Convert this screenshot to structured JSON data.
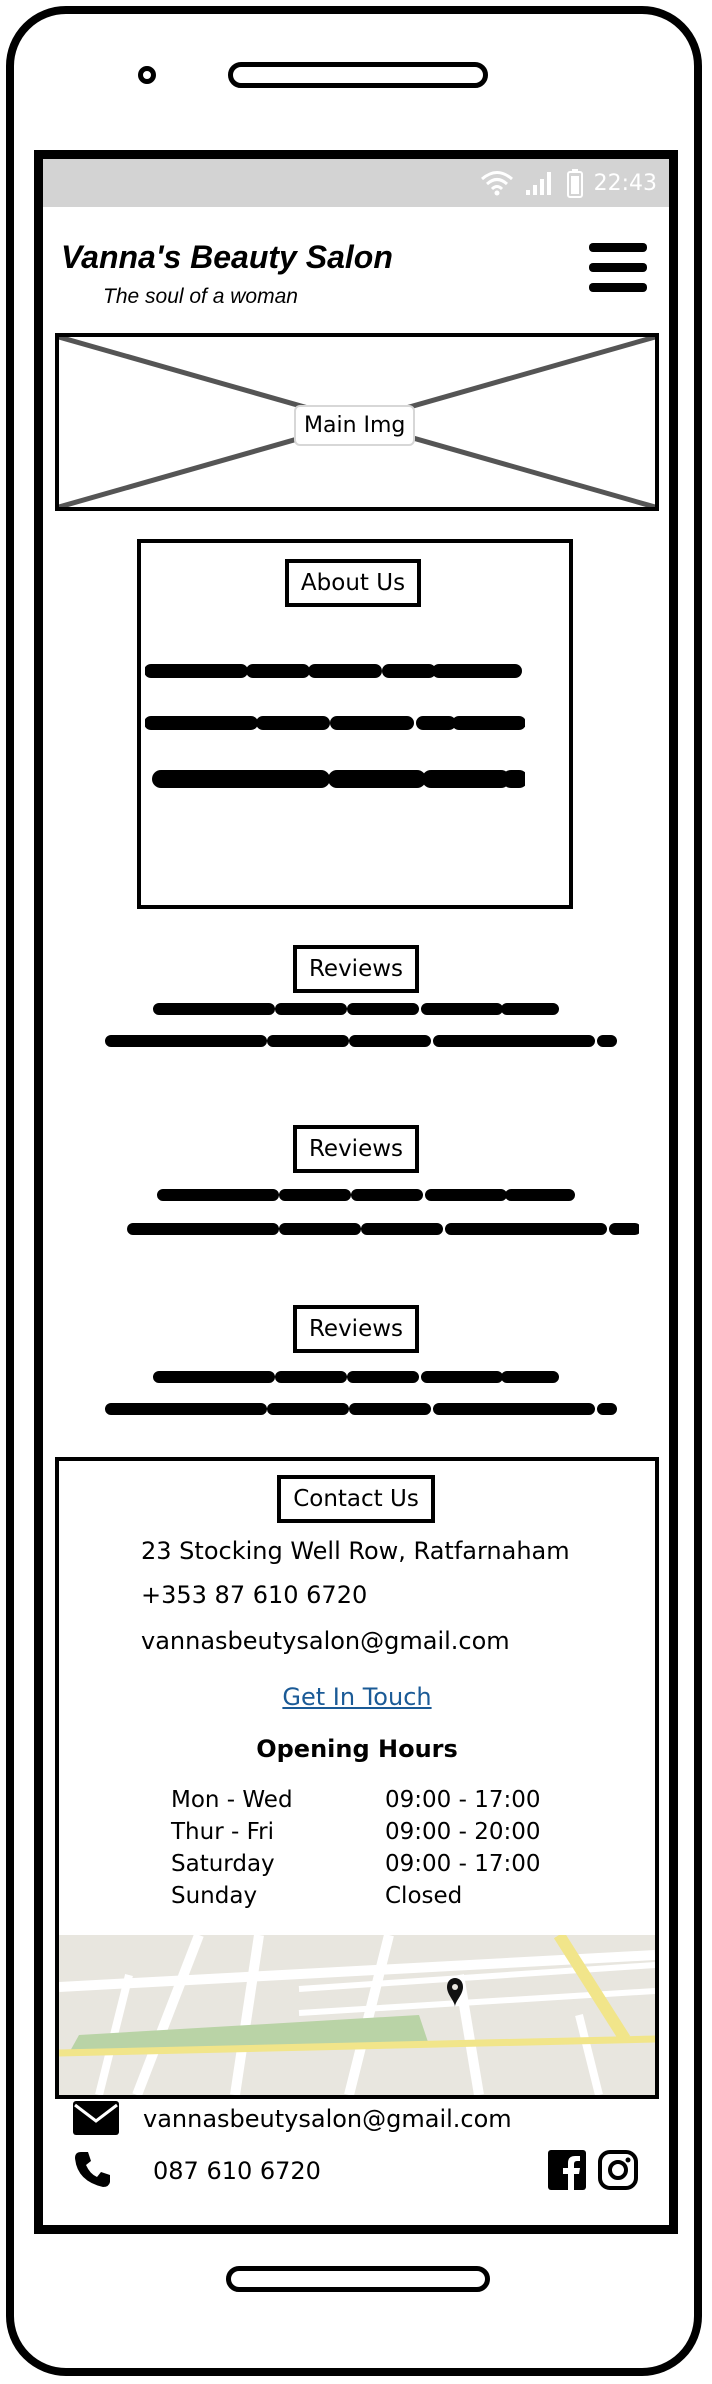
{
  "status_bar": {
    "time": "22:43"
  },
  "header": {
    "brand": "Vanna's Beauty Salon",
    "tagline": "The soul of a woman"
  },
  "main_image": {
    "label": "Main Img"
  },
  "about": {
    "heading": "About Us"
  },
  "reviews": [
    {
      "heading": "Reviews"
    },
    {
      "heading": "Reviews"
    },
    {
      "heading": "Reviews"
    }
  ],
  "contact": {
    "heading": "Contact Us",
    "address": "23 Stocking Well Row, Ratfarnaham",
    "phone": "+353 87 610 6720",
    "email": "vannasbeutysalon@gmail.com",
    "link": "Get In Touch",
    "hours_title": "Opening Hours",
    "hours": [
      {
        "day": "Mon - Wed",
        "time": "09:00 - 17:00"
      },
      {
        "day": "Thur - Fri",
        "time": "09:00 - 20:00"
      },
      {
        "day": "Saturday",
        "time": "09:00 - 17:00"
      },
      {
        "day": "Sunday",
        "time": "Closed"
      }
    ]
  },
  "footer": {
    "email": "vannasbeutysalon@gmail.com",
    "phone": "087 610 6720"
  },
  "icons": {
    "wifi": "wifi-icon",
    "signal": "signal-icon",
    "battery": "battery-icon",
    "menu": "hamburger-menu-icon",
    "mail": "mail-icon",
    "phone": "phone-icon",
    "facebook": "facebook-icon",
    "instagram": "instagram-icon",
    "map_pin": "map-pin-icon"
  },
  "colors": {
    "status_bar": "#d3d3d3",
    "link": "#1a5a96",
    "map_park": "#b9d3a6",
    "map_road_main": "#f1e58a"
  }
}
